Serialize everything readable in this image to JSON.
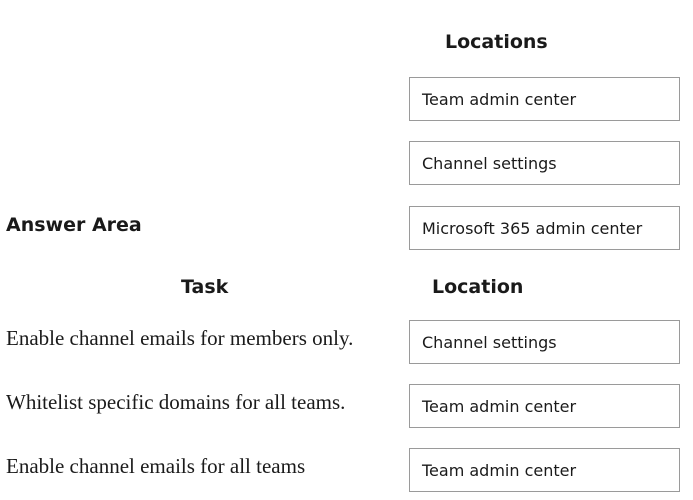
{
  "locations_heading": "Locations",
  "locations": [
    "Team admin center",
    "Channel settings",
    "Microsoft 365 admin center"
  ],
  "answer_area": {
    "title": "Answer Area",
    "task_header": "Task",
    "location_header": "Location",
    "rows": [
      {
        "task": "Enable channel emails for members only.",
        "location": "Channel settings"
      },
      {
        "task": "Whitelist specific domains for all teams.",
        "location": "Team admin center"
      },
      {
        "task": "Enable channel emails for all teams",
        "location": "Team admin center"
      }
    ]
  }
}
